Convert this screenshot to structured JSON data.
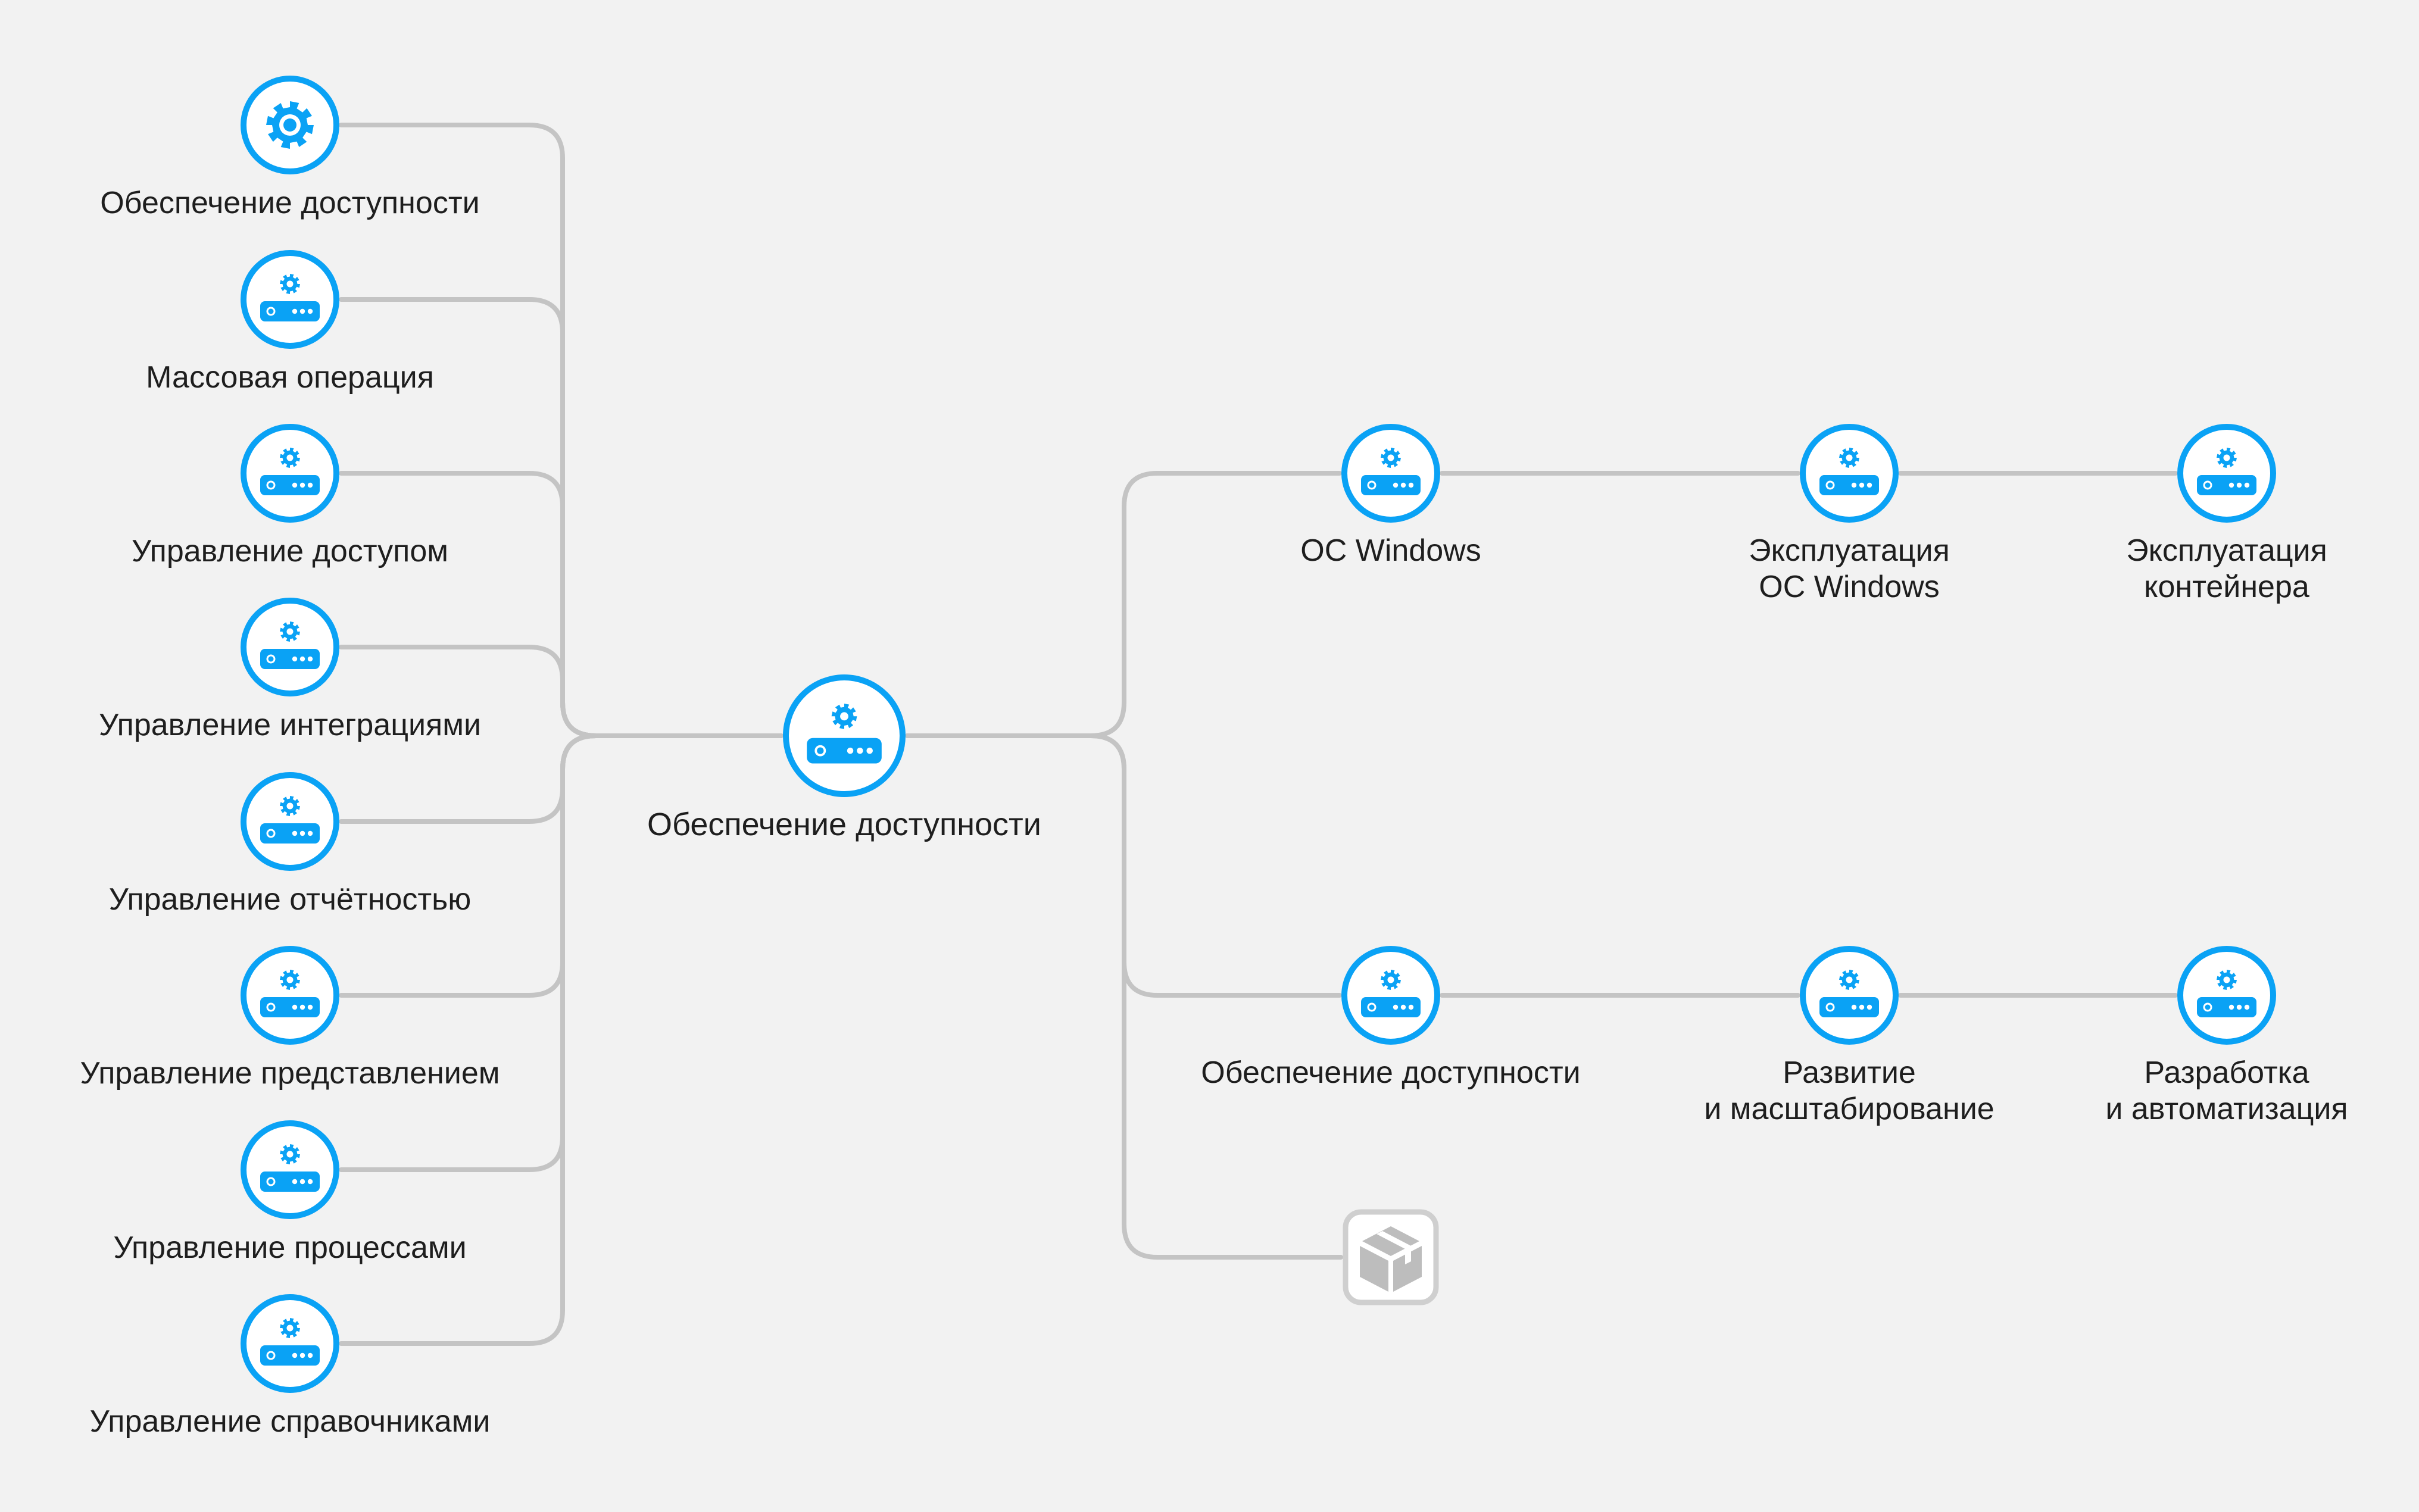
{
  "colors": {
    "background": "#f2f2f2",
    "accent": "#0aa2f5",
    "connector": "#c4c4c4",
    "node_fill": "#ffffff",
    "text": "#1e1e1e",
    "placeholder_stroke": "#cfcfcf",
    "placeholder_icon": "#bdbdbd"
  },
  "root": {
    "label": "Обеспечение доступности",
    "icon": "service-icon"
  },
  "left_nodes": [
    {
      "label": "Обеспечение доступности",
      "icon": "gear-icon"
    },
    {
      "label": "Массовая операция",
      "icon": "service-icon"
    },
    {
      "label": "Управление доступом",
      "icon": "service-icon"
    },
    {
      "label": "Управление интеграциями",
      "icon": "service-icon"
    },
    {
      "label": "Управление отчётностью",
      "icon": "service-icon"
    },
    {
      "label": "Управление представлением",
      "icon": "service-icon"
    },
    {
      "label": "Управление процессами",
      "icon": "service-icon"
    },
    {
      "label": "Управление справочниками",
      "icon": "service-icon"
    }
  ],
  "right_branches": [
    {
      "nodes": [
        {
          "lines": [
            "ОС Windows"
          ],
          "icon": "service-icon"
        },
        {
          "lines": [
            "Эксплуатация",
            "ОС Windows"
          ],
          "icon": "service-icon"
        },
        {
          "lines": [
            "Эксплуатация",
            "контейнера"
          ],
          "icon": "service-icon"
        }
      ]
    },
    {
      "nodes": [
        {
          "lines": [
            "Обеспечение доступности"
          ],
          "icon": "service-icon"
        },
        {
          "lines": [
            "Развитие",
            "и масштабирование"
          ],
          "icon": "service-icon"
        },
        {
          "lines": [
            "Разработка",
            "и автоматизация"
          ],
          "icon": "service-icon"
        }
      ]
    }
  ],
  "placeholder": {
    "icon": "package-icon"
  }
}
